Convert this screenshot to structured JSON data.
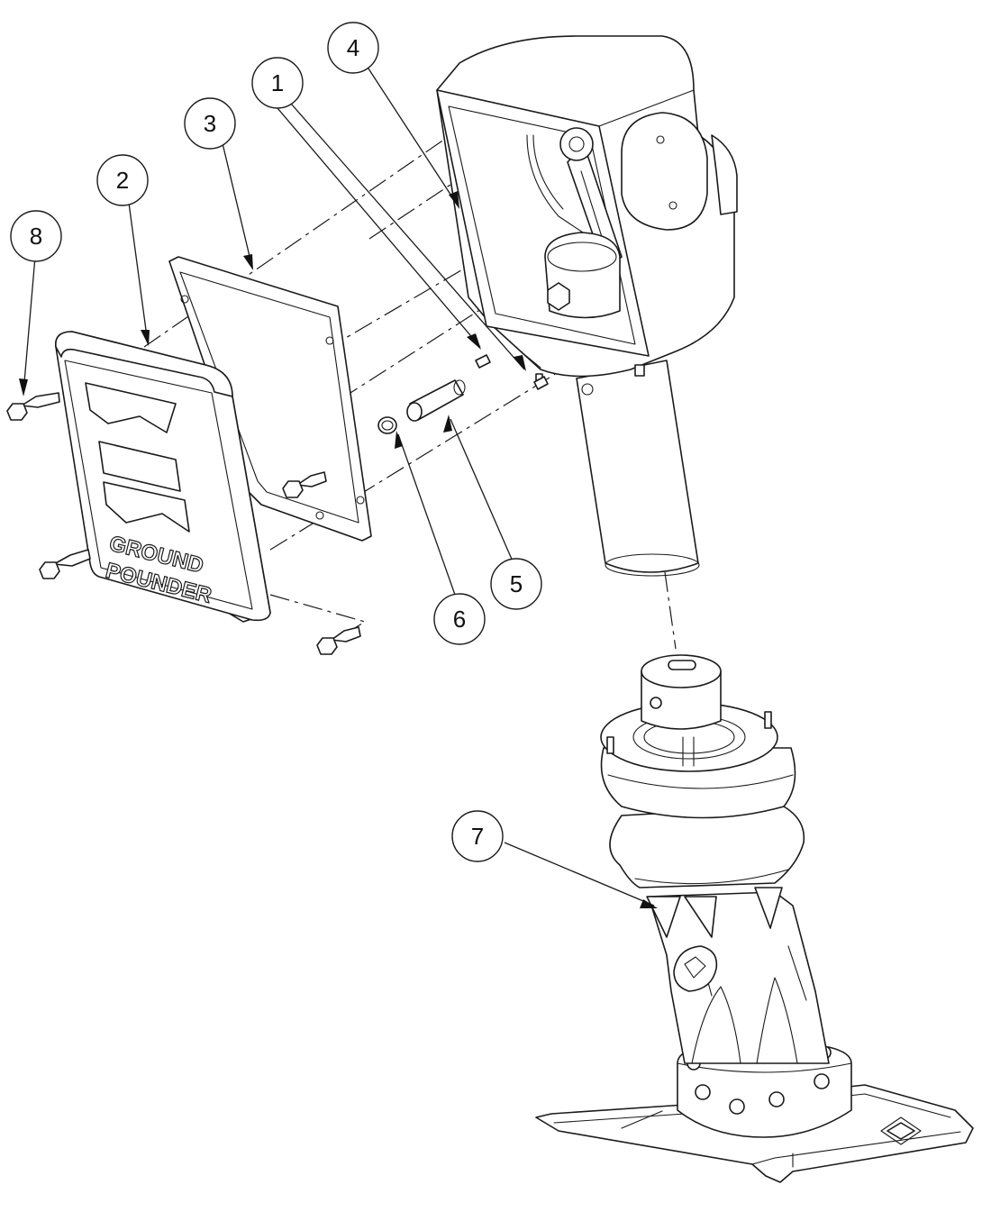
{
  "diagram": {
    "callouts": [
      "1",
      "2",
      "3",
      "4",
      "5",
      "6",
      "7",
      "8"
    ],
    "cover_logo": {
      "line1": "GROUND",
      "line2": "POUNDER"
    }
  }
}
